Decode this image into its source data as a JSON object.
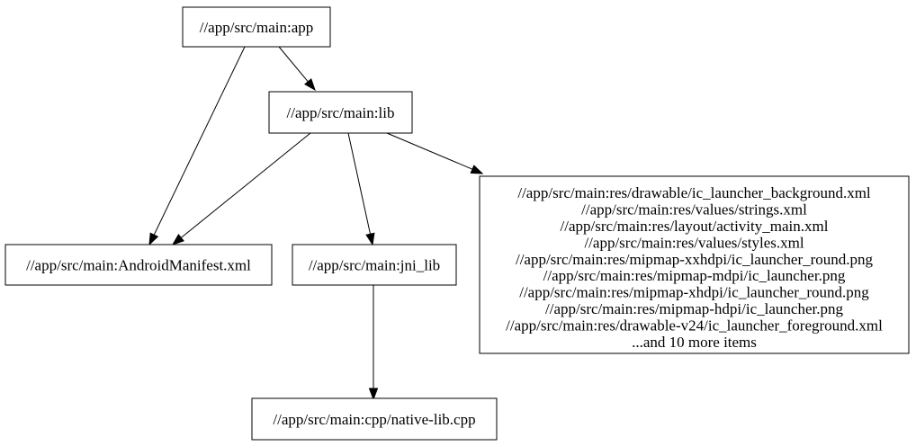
{
  "diagram": {
    "kind": "build-dependency-graph",
    "nodes": {
      "app": {
        "label": "//app/src/main:app"
      },
      "lib": {
        "label": "//app/src/main:lib"
      },
      "manifest": {
        "label": "//app/src/main:AndroidManifest.xml"
      },
      "jni_lib": {
        "label": "//app/src/main:jni_lib"
      },
      "cpp": {
        "label": "//app/src/main:cpp/native-lib.cpp"
      },
      "res": {
        "lines": [
          "//app/src/main:res/drawable/ic_launcher_background.xml",
          "//app/src/main:res/values/strings.xml",
          "//app/src/main:res/layout/activity_main.xml",
          "//app/src/main:res/values/styles.xml",
          "//app/src/main:res/mipmap-xxhdpi/ic_launcher_round.png",
          "//app/src/main:res/mipmap-mdpi/ic_launcher.png",
          "//app/src/main:res/mipmap-xhdpi/ic_launcher_round.png",
          "//app/src/main:res/mipmap-hdpi/ic_launcher.png",
          "//app/src/main:res/drawable-v24/ic_launcher_foreground.xml",
          "...and 10 more items"
        ]
      }
    },
    "edges": [
      {
        "from": "app",
        "to": "lib"
      },
      {
        "from": "app",
        "to": "manifest"
      },
      {
        "from": "lib",
        "to": "manifest"
      },
      {
        "from": "lib",
        "to": "jni_lib"
      },
      {
        "from": "lib",
        "to": "res"
      },
      {
        "from": "jni_lib",
        "to": "cpp"
      }
    ],
    "colors": {
      "node_stroke": "#000000",
      "node_fill": "#ffffff",
      "edge": "#000000",
      "text": "#000000",
      "background": "#ffffff"
    }
  }
}
